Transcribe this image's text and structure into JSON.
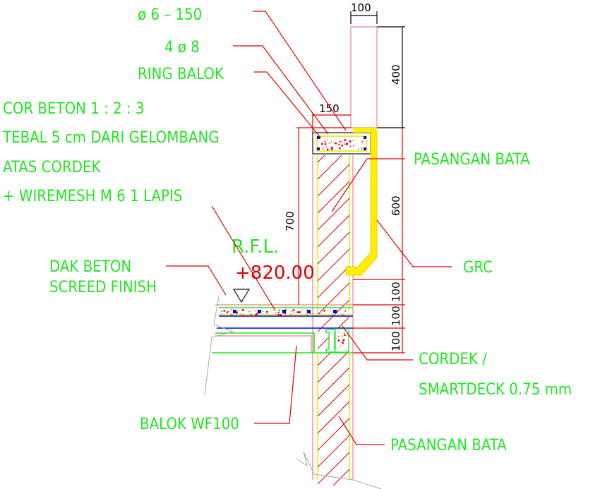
{
  "title": "Detail potongan ring balok dan dak beton",
  "colors": {
    "label": "#22e622",
    "leader": "#e00000",
    "outline": "#f08080",
    "grc": "#ffee00",
    "rebar": "#0000ee",
    "dim": "#000000"
  },
  "labels": {
    "rebar_stirrup": "ø 6 – 150",
    "rebar_main": "4 ø 8",
    "ring_balok": "RING BALOK",
    "cor_beton_1": "COR BETON 1 : 2 : 3",
    "cor_beton_2": "TEBAL 5 cm DARI GELOMBANG",
    "cor_beton_3": "ATAS CORDEK",
    "cor_beton_4": "+ WIREMESH M 6 1 LAPIS",
    "dak_beton_1": "DAK BETON",
    "dak_beton_2": "SCREED FINISH",
    "pasangan_bata_top": "PASANGAN BATA",
    "grc": "GRC",
    "cordek_1": "CORDEK /",
    "cordek_2": "SMARTDECK 0.75 mm",
    "balok_wf": "BALOK WF100",
    "pasangan_bata_bottom": "PASANGAN BATA"
  },
  "level": {
    "name": "R.F.L.",
    "value": "+820.00"
  },
  "dimensions": {
    "parapet_width": "100",
    "parapet_height": "400",
    "ring_width": "150",
    "wall_height": "700",
    "grc_height": "600",
    "stack": [
      "100",
      "100",
      "100"
    ]
  }
}
